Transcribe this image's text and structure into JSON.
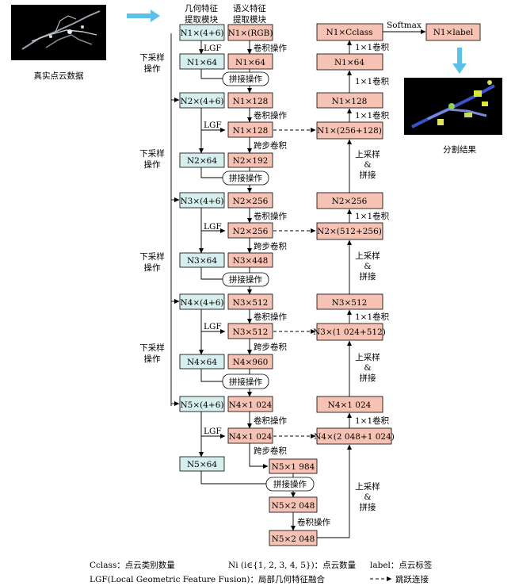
{
  "headers": {
    "geo": [
      "几何特征",
      "提取模块"
    ],
    "sem": [
      "语义特征",
      "提取模块"
    ]
  },
  "images": {
    "input_caption": "真实点云数据",
    "output_caption": "分割结果"
  },
  "labels": {
    "conv": "卷积操作",
    "concat": "拼接操作",
    "lgf": "LGF",
    "stride": "跨步卷积",
    "downsample": [
      "下采样",
      "操作"
    ],
    "upsample": [
      "上采样",
      "&",
      "拼接"
    ],
    "conv1x1": "1×1卷积",
    "softmax": "Softmax"
  },
  "geo_boxes": {
    "g1": "N1×(4+6)",
    "g1b": "N1×64",
    "g2": "N2×(4+6)",
    "g2b": "N2×64",
    "g3": "N3×(4+6)",
    "g3b": "N3×64",
    "g4": "N4×(4+6)",
    "g4b": "N4×64",
    "g5": "N5×(4+6)",
    "g5b": "N5×64"
  },
  "sem_boxes": {
    "s1": "N1×(RGB)",
    "s2": "N1×64",
    "s3": "N1×128",
    "s4": "N1×128",
    "s5": "N2×192",
    "s6": "N2×256",
    "s7": "N2×256",
    "s8": "N3×448",
    "s9": "N3×512",
    "s10": "N3×512",
    "s11": "N4×960",
    "s12": "N4×1 024",
    "s13": "N4×1 024",
    "s14": "N5×1 984",
    "s15": "N5×2 048",
    "s16": "N5×2 048"
  },
  "dec_boxes": {
    "d0": "N1×Cclass",
    "d1": "N1×64",
    "d2": "N1×128",
    "d3": "N1×(256+128)",
    "d4": "N2×256",
    "d5": "N2×(512+256)",
    "d6": "N3×512",
    "d7": "N3×(1 024+512)",
    "d8": "N4×1 024",
    "d9": "N4×(2 048+1 024)",
    "out": "N1×label"
  },
  "legend": {
    "cclass": "Cclass：点云类别数量",
    "ni": "Ni (i∈{1, 2, 3, 4, 5})：点云数量",
    "label": "label：点云标签",
    "lgf": "LGF(Local Geometric Feature Fusion)：局部几何特征融合",
    "skip": "跳跃连接"
  }
}
